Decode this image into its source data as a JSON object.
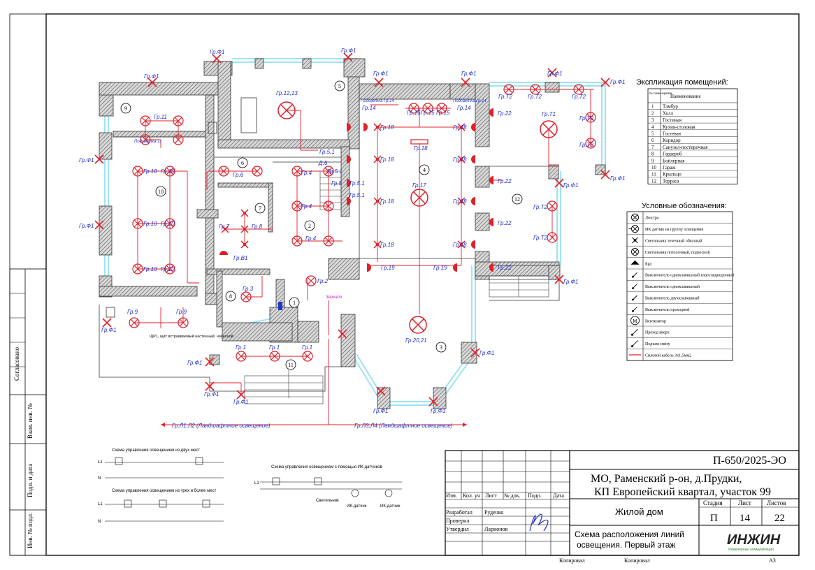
{
  "colors": {
    "wire": "#e0202a",
    "label_blue": "#1f2fd0",
    "window": "#9fe3ef",
    "wall_hatch": "#555555",
    "ink": "#000000"
  },
  "rooms": {
    "r1": "1",
    "r2": "2",
    "r3": "3",
    "r4": "4",
    "r5": "5",
    "r6": "6",
    "r7": "7",
    "r8": "8",
    "r9": "9",
    "r10": "10",
    "r11": "11",
    "r12": "12"
  },
  "labels": {
    "gr_f1": "Гр.Ф1",
    "gr_t2": "Гр.Т2",
    "gr_t1": "Гр.Т1",
    "gr_1": "Гр.1",
    "gr_2": "Гр.2",
    "gr_3": "Гр.3",
    "gr_4": "Гр.4",
    "gr_5": "Гр.5",
    "gr_5_1": "Гр.5.1",
    "gr_6": "Гр.6",
    "gr_7": "Гр.7",
    "gr_8": "Гр.8",
    "gr_9": "Гр.9",
    "gr_10": "Гр.10",
    "gr_11": "Гр.11",
    "gr_12_13": "Гр.12,13",
    "gr_14": "Гр.14",
    "gr_15": "Гр.15",
    "gr_16": "Гр.16",
    "gr_17": "Гр.17",
    "gr_18": "Гр.18",
    "gr_19": "Гр.19",
    "gr_20_21": "Гр.20,21",
    "gr_22": "Гр.22",
    "gr_v1": "Гр.В1",
    "gr_d6": "Д.6",
    "podsvet_14_a": "Подсветка Гр.14",
    "podsvet_14_b": "Подсветка Гр.14",
    "podsvet_11": "Подсветка 11",
    "line_l1l2": "Гр.Л1,Л2 (Ландшафтное освещение)",
    "line_l3l4": "Гр.Л3,Л4 (Ландшафтное освещение)",
    "panel_note": "ЩР1, щит встраиваемый настенный, навесной",
    "mirror": "Зеркало"
  },
  "explication": {
    "title": "Экспликация помещений:",
    "col_no": "№ поме-щения",
    "col_name": "Наименование",
    "rows": [
      {
        "no": "1",
        "name": "Тамбур"
      },
      {
        "no": "2",
        "name": "Холл"
      },
      {
        "no": "3",
        "name": "Гостиная"
      },
      {
        "no": "4",
        "name": "Кухня-столовая"
      },
      {
        "no": "5",
        "name": "Гостевая"
      },
      {
        "no": "6",
        "name": "Коридор"
      },
      {
        "no": "7",
        "name": "Санузел-постирочная"
      },
      {
        "no": "8",
        "name": "Гардероб"
      },
      {
        "no": "9",
        "name": "Бойлерная"
      },
      {
        "no": "10",
        "name": "Гараж"
      },
      {
        "no": "11",
        "name": "Крыльцо"
      },
      {
        "no": "12",
        "name": "Терраса"
      }
    ]
  },
  "legend": {
    "title": "Условные обозначения:",
    "items": [
      {
        "icon": "chandelier-icon",
        "text": "Люстра"
      },
      {
        "icon": "ir-sensor-icon",
        "text": "ИК датчик на группу освещения"
      },
      {
        "icon": "spot-light-icon",
        "text": "Светильник точечный обычный"
      },
      {
        "icon": "ceiling-light-icon",
        "text": "Светильник потолочный, подвесной"
      },
      {
        "icon": "sconce-icon",
        "text": "Бра"
      },
      {
        "icon": "switch-single-waterproof-icon",
        "text": "Выключатель одноклавишный влагозащищенный"
      },
      {
        "icon": "switch-single-icon",
        "text": "Выключатель одноклавишный"
      },
      {
        "icon": "switch-double-icon",
        "text": "Выключатель двухклавишный"
      },
      {
        "icon": "switch-pass-icon",
        "text": "Выключатель проходной"
      },
      {
        "icon": "fan-icon",
        "text": "Вентилятор"
      },
      {
        "icon": "riser-up-icon",
        "text": "Проход вверх"
      },
      {
        "icon": "riser-down-icon",
        "text": "Подъем снизу"
      },
      {
        "icon": "cable-line-icon",
        "text": "Силовой кабель 3х1,5мм2"
      }
    ]
  },
  "schemes": {
    "two_places": "Схема управления освещением из двух мест",
    "three_places": "Схема управления освещением из трех и более мест",
    "ir_sensors": "Схема управления освещением с помощью ИК-датчиков",
    "l1": "L1",
    "n": "N",
    "bra": "Светильник",
    "ik1": "ИК-датчик",
    "ik2": "ИК-датчик"
  },
  "side": {
    "agreed": "Согласовано",
    "inv_replace": "Взам. инв. №",
    "sign_date": "Подп. и дата",
    "inv_orig": "Инв. № подл."
  },
  "stamp": {
    "code": "П-650/2025-ЭО",
    "address1": "МО, Раменский р-он, д.Прудки,",
    "address2": "КП Европейский квартал, участок 99",
    "object": "Жилой дом",
    "stage_h": "Стадия",
    "sheet_h": "Лист",
    "sheets_h": "Листов",
    "stage": "П",
    "sheet": "14",
    "sheets": "22",
    "title1": "Схема расположения линий",
    "title2": "освещения. Первый этаж",
    "h_izm": "Изм.",
    "h_kol": "Кол. уч",
    "h_list": "Лист",
    "h_doc": "№ док.",
    "h_podp": "Подп.",
    "h_data": "Дата",
    "r_dev": "Разработал",
    "r_dev_name": "Руденко",
    "r_chk": "Проверил",
    "r_app": "Утвердил",
    "r_app_name": "Ларионов",
    "logo": "ИНЖИН",
    "logo_sub": "Инженерные коммуникации",
    "copied1": "Копировал",
    "copied2": "Копировал",
    "format": "А3"
  }
}
